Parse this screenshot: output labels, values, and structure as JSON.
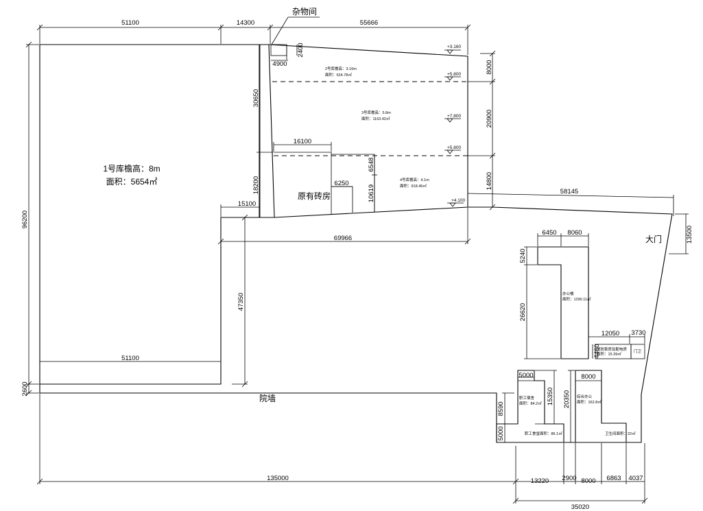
{
  "dims": {
    "d51100_top": "51100",
    "d14300": "14300",
    "d55666": "55666",
    "d96200": "96200",
    "d30650": "30650",
    "d18200": "18200",
    "d8000": "8000",
    "d20900": "20900",
    "d14800": "14800",
    "d16100": "16100",
    "d6250": "6250",
    "d6548": "6548",
    "d10619": "10619",
    "d4900": "4900",
    "d2400": "2400",
    "d15100": "15100",
    "d58145": "58145",
    "d69966": "69966",
    "d47350": "47350",
    "d51100_bottom": "51100",
    "d2600": "2600",
    "d135000": "135000",
    "d13500": "13500",
    "d6450": "6450",
    "d8060": "8060",
    "d5240": "5240",
    "d26620": "26620",
    "d12050": "12050",
    "d3730": "3730",
    "d4460": "4460",
    "d5000_a": "5000",
    "d8000_b": "8000",
    "d15350": "15350",
    "d20350": "20350",
    "d8590": "8590",
    "d5000_v": "5000",
    "d13220": "13220",
    "d2900": "2900",
    "d8000_c": "8000",
    "d6863": "6863",
    "d4037": "4037",
    "d35020": "35020"
  },
  "labels": {
    "storage_room": "杂物间",
    "warehouse1_line1": "1号库檐高：8m",
    "warehouse1_line2": "面积：5654㎡",
    "brick_house": "原有砖房",
    "courtyard_wall": "院墙",
    "main_gate": "大门",
    "w2_line1": "2号库檐高：3.16m",
    "w2_line2": "面积：524.78㎡",
    "w3_line1": "3号库檐高：5.8m",
    "w3_line2": "面积：1163.42㎡",
    "w4_line1": "4号库檐高：4.1m",
    "w4_line2": "面积：918.49㎡",
    "office_line1": "办公楼",
    "office_line2": "面积：1290.11㎡",
    "annex_line1": "消防泵房及配电房",
    "annex_line2": "面积：15.39㎡",
    "annex2": "门卫",
    "bl_line1": "职工宿舍",
    "bl_line2": "面积：84.2㎡",
    "bm_line1": "综合办公",
    "bm_line2": "面积：162.8㎡",
    "canteen": "职工食堂面积：86.1㎡",
    "br": "卫生间面积：22㎡"
  },
  "levels": {
    "l1": "+3.160",
    "l2": "+5.800",
    "l3": "+7.800",
    "l4": "+5.800",
    "l5": "+4.100"
  }
}
